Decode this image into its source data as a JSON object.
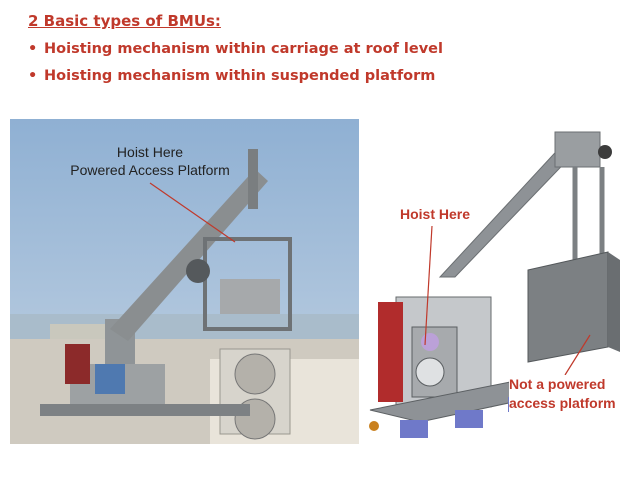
{
  "heading": "2 Basic types of BMUs:",
  "bullets": [
    "Hoisting mechanism within carriage at roof level",
    "Hoisting mechanism within suspended platform"
  ],
  "bullet_glyph": "•",
  "photo_caption": {
    "line1": "Hoist Here",
    "line2": "Powered Access Platform"
  },
  "render_label_hoist": "Hoist Here",
  "render_label_not": {
    "line1": "Not a powered",
    "line2": "access platform"
  },
  "colors": {
    "accent_red": "#c0392b",
    "sky": "#9fb9d6",
    "machine_grey": "#8f9497"
  }
}
